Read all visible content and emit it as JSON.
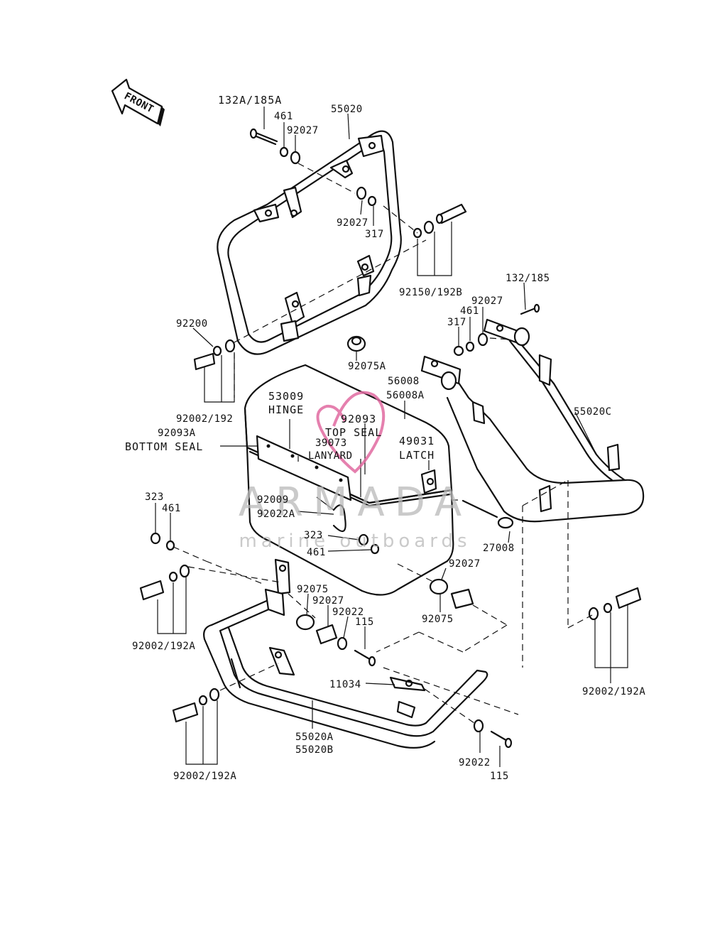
{
  "front_arrow": {
    "label": "FRONT"
  },
  "watermark": {
    "brand": "ARMADA",
    "tagline": "marine outboards",
    "logo_color": "#e06aa0",
    "text_color": "#b9b9b9"
  },
  "labels": {
    "l_132a_185a": "132A/185A",
    "l_461_top": "461",
    "l_92027_top": "92027",
    "l_55020": "55020",
    "l_92027_mid": "92027",
    "l_317_mid": "317",
    "l_92150_192b": "92150/192B",
    "l_132_185": "132/185",
    "l_461_right": "461",
    "l_92027_right": "92027",
    "l_317_right": "317",
    "l_92200": "92200",
    "l_92075a": "92075A",
    "l_56008": "56008",
    "l_56008a": "56008A",
    "l_92002_192": "92002/192",
    "l_53009": "53009",
    "l_hinge": "HINGE",
    "l_92093": "92093",
    "l_top_seal": "TOP SEAL",
    "l_92093a": "92093A",
    "l_bottom_seal": "BOTTOM SEAL",
    "l_39073": "39073",
    "l_lanyard": "LANYARD",
    "l_49031": "49031",
    "l_latch": "LATCH",
    "l_55020c": "55020C",
    "l_323_left": "323",
    "l_461_left": "461",
    "l_92009": "92009",
    "l_92022a": "92022A",
    "l_323_center": "323",
    "l_461_center": "461",
    "l_27008": "27008",
    "l_92027_lower": "92027",
    "l_92075_left": "92075",
    "l_92027_bot": "92027",
    "l_92022_bot": "92022",
    "l_115_bot": "115",
    "l_92075_right": "92075",
    "l_92002_192a_left": "92002/192A",
    "l_92002_192a_right": "92002/192A",
    "l_11034": "11034",
    "l_55020a": "55020A",
    "l_55020b": "55020B",
    "l_92002_192a_bottom": "92002/192A",
    "l_92022_right": "92022",
    "l_115_right": "115"
  }
}
